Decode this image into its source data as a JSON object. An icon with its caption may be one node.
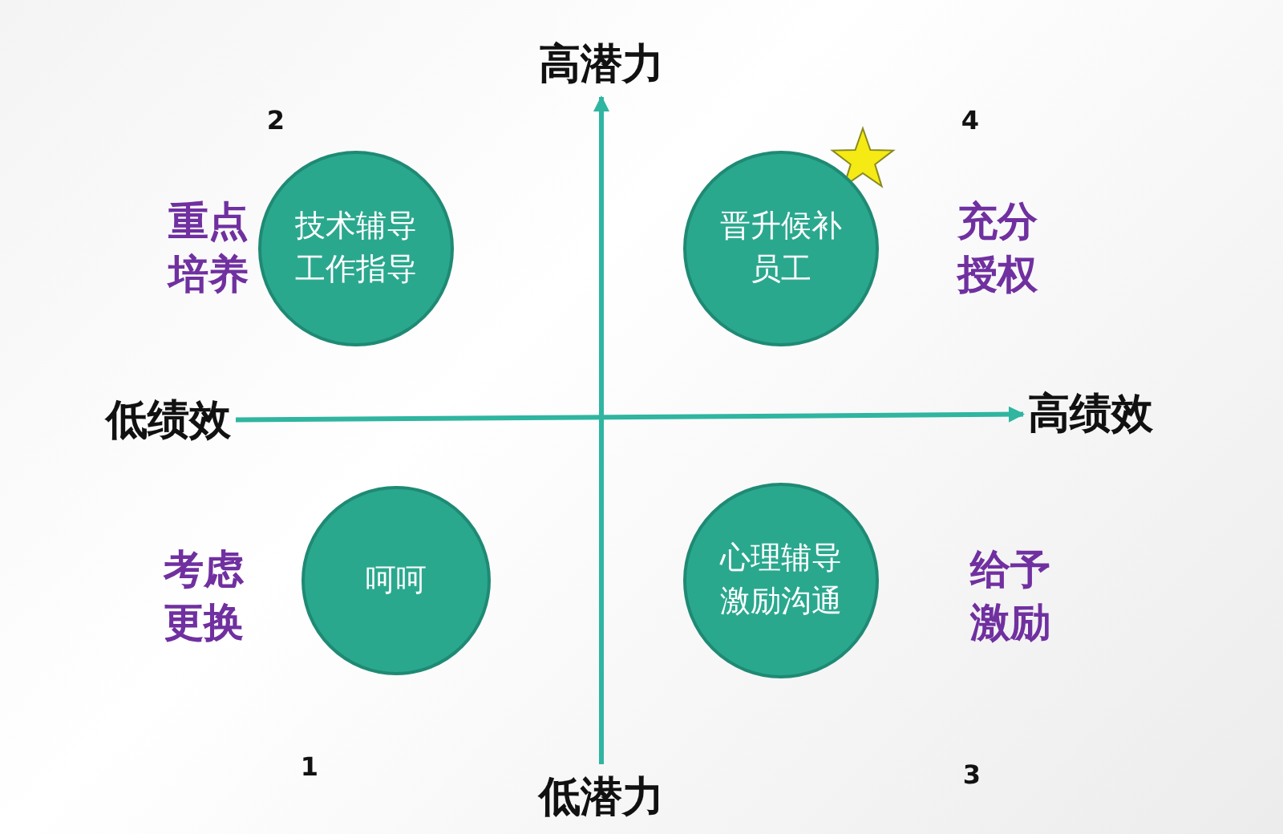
{
  "diagram": {
    "nodes": [
      {
        "text": [
          "高潜力"
        ]
      },
      {
        "text": [
          "低绩效"
        ]
      },
      {
        "text": [
          "高绩效"
        ]
      },
      {
        "text": [
          "低潜力"
        ]
      },
      {
        "text": [
          "技术辅导工作指导"
        ]
      },
      {
        "text": [
          "晋升候补员工"
        ]
      },
      {
        "text": [
          "呵呵"
        ]
      },
      {
        "text": [
          "心理辅导激励沟通"
        ]
      }
    ],
    "edges": [
      {
        "from": 1,
        "to": 2,
        "arrow": "to"
      },
      {
        "from": 3,
        "to": 0,
        "arrow": "to"
      }
    ],
    "labels": [
      "2",
      "4",
      "重点培养",
      "充分授权",
      "考虑更换",
      "给予激励",
      "1",
      "3"
    ]
  }
}
